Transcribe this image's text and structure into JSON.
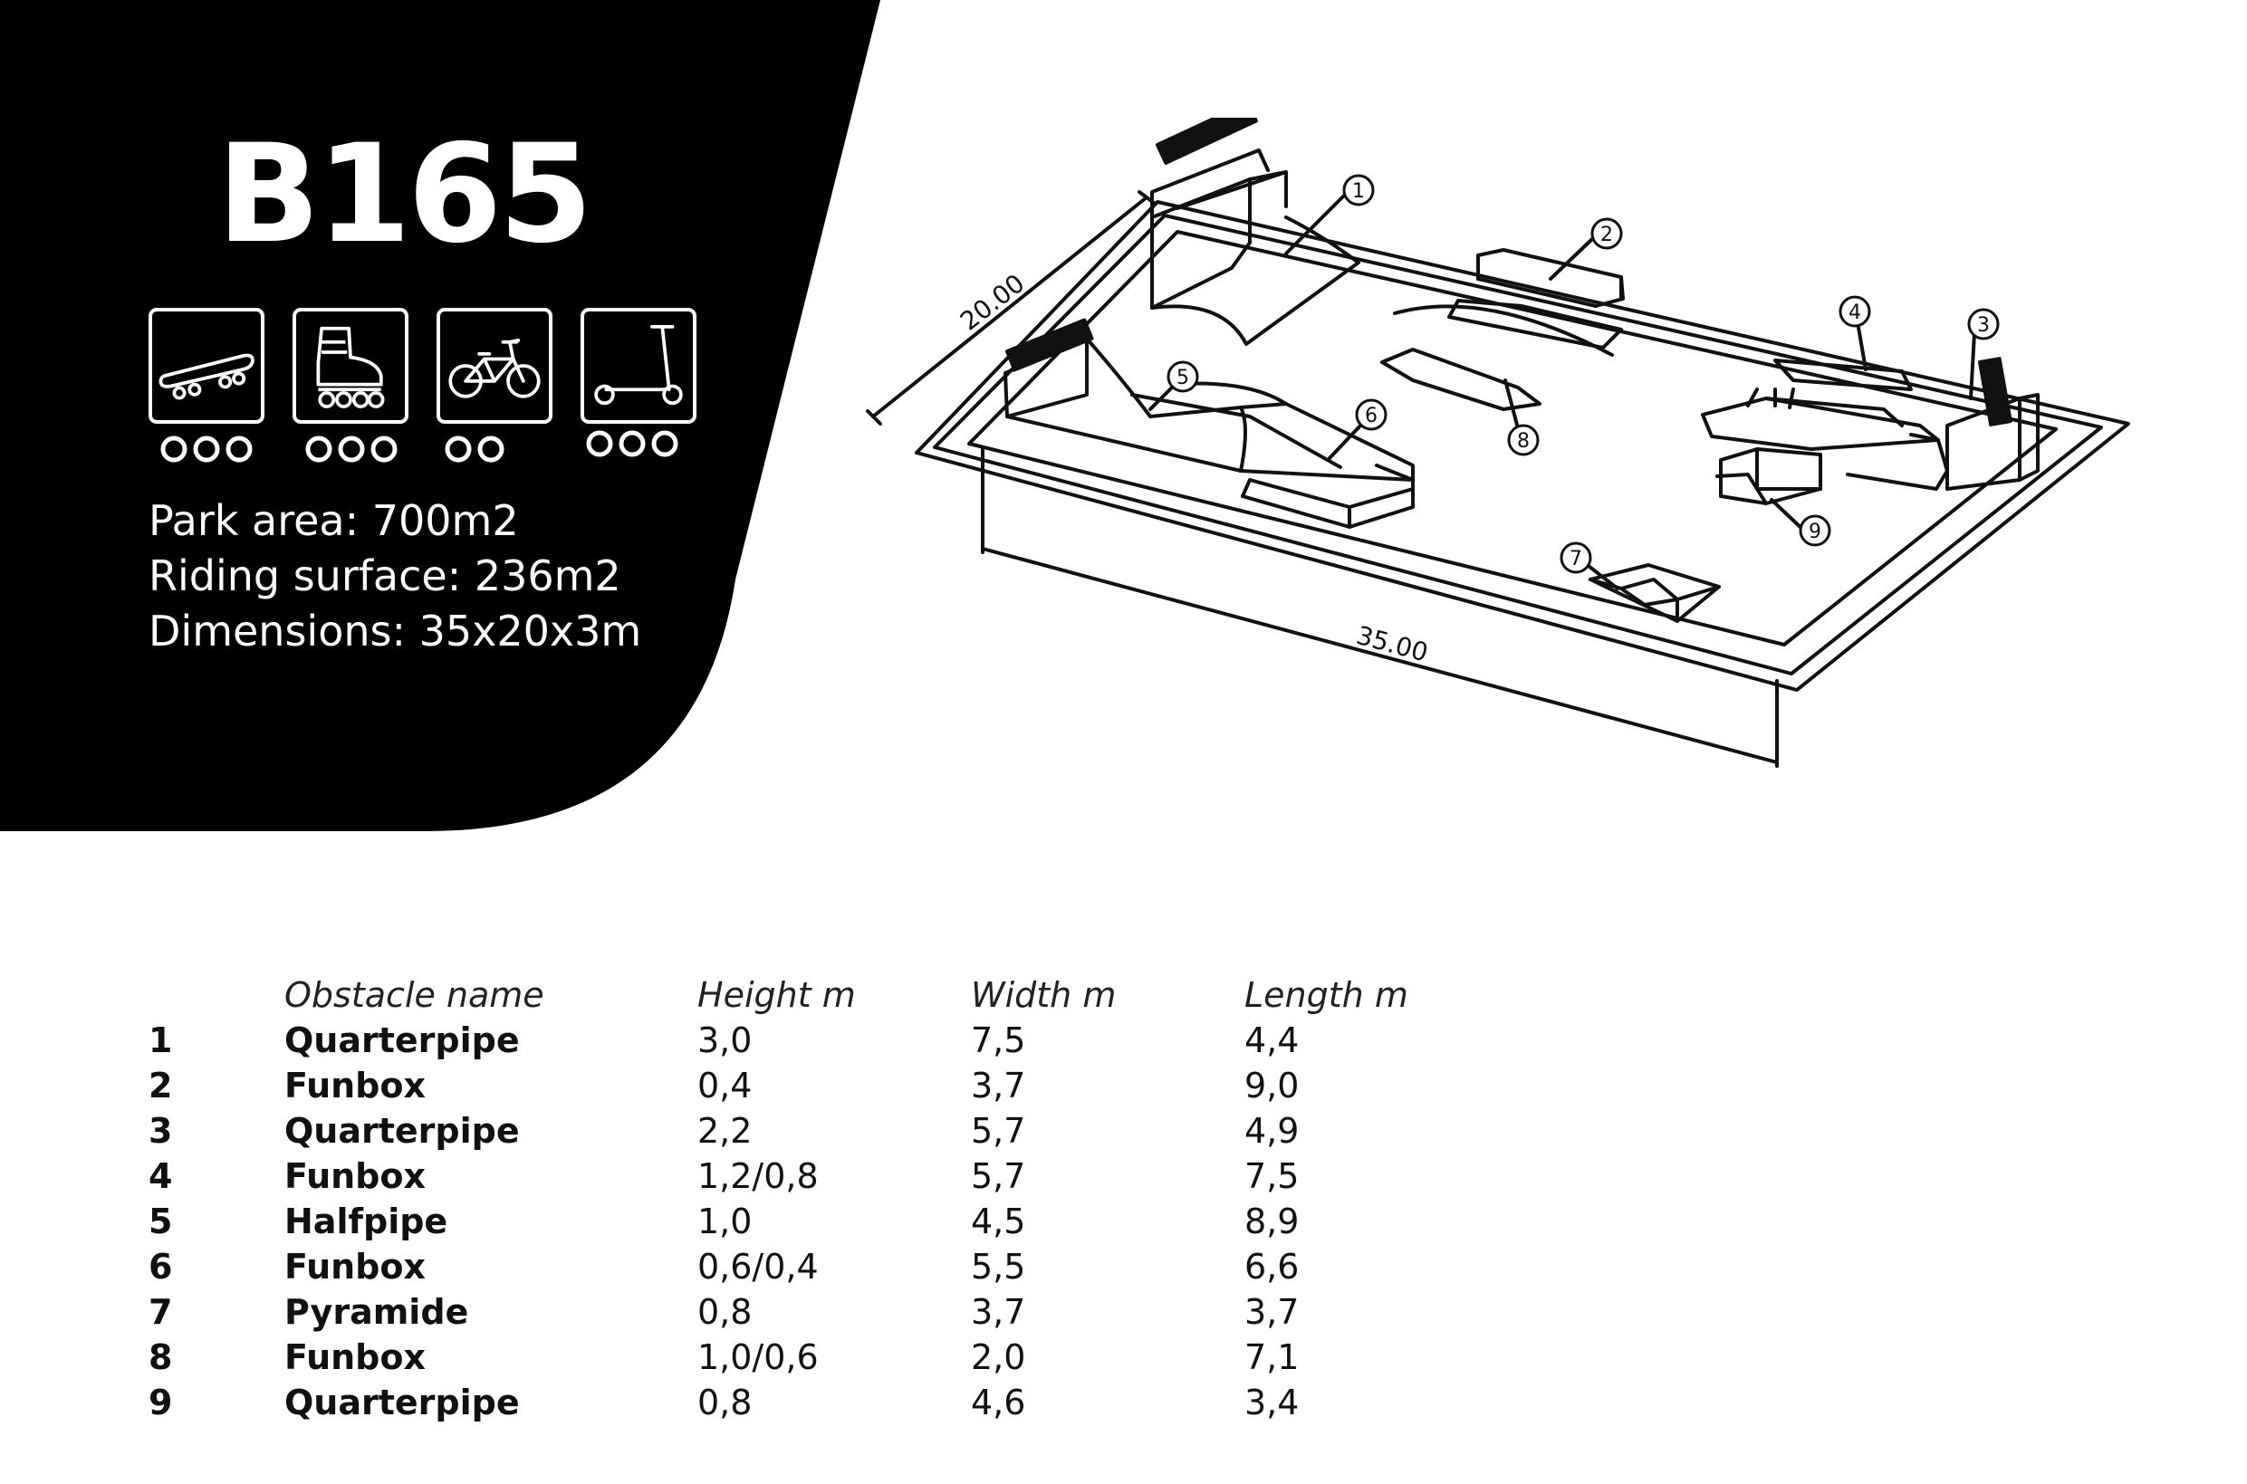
{
  "title": "B165",
  "usage_icons": [
    {
      "icon": "skateboard-icon",
      "rating": 3
    },
    {
      "icon": "inline-skate-icon",
      "rating": 3
    },
    {
      "icon": "bmx-bike-icon",
      "rating": 2
    },
    {
      "icon": "scooter-icon",
      "rating": 3
    }
  ],
  "stats": {
    "park_area": "Park area: 700m2",
    "riding_surface": "Riding surface: 236m2",
    "dimensions": "Dimensions: 35x20x3m"
  },
  "drawing": {
    "width_label": "20.00",
    "length_label": "35.00",
    "callouts": [
      "1",
      "2",
      "3",
      "4",
      "5",
      "6",
      "7",
      "8",
      "9"
    ]
  },
  "table": {
    "headers": [
      "Obstacle name",
      "Height m",
      "Width m",
      "Length m"
    ],
    "rows": [
      {
        "no": "1",
        "name": "Quarterpipe",
        "height": "3,0",
        "width": "7,5",
        "length": "4,4"
      },
      {
        "no": "2",
        "name": "Funbox",
        "height": "0,4",
        "width": "3,7",
        "length": "9,0"
      },
      {
        "no": "3",
        "name": "Quarterpipe",
        "height": "2,2",
        "width": "5,7",
        "length": "4,9"
      },
      {
        "no": "4",
        "name": "Funbox",
        "height": "1,2/0,8",
        "width": "5,7",
        "length": "7,5"
      },
      {
        "no": "5",
        "name": "Halfpipe",
        "height": "1,0",
        "width": "4,5",
        "length": "8,9"
      },
      {
        "no": "6",
        "name": "Funbox",
        "height": "0,6/0,4",
        "width": "5,5",
        "length": "6,6"
      },
      {
        "no": "7",
        "name": "Pyramide",
        "height": "0,8",
        "width": "3,7",
        "length": "3,7"
      },
      {
        "no": "8",
        "name": "Funbox",
        "height": "1,0/0,6",
        "width": "2,0",
        "length": "7,1"
      },
      {
        "no": "9",
        "name": "Quarterpipe",
        "height": "0,8",
        "width": "4,6",
        "length": "3,4"
      }
    ]
  },
  "colors": {
    "panel": "#000000",
    "text_on_panel": "#ffffff",
    "ink": "#111111"
  }
}
